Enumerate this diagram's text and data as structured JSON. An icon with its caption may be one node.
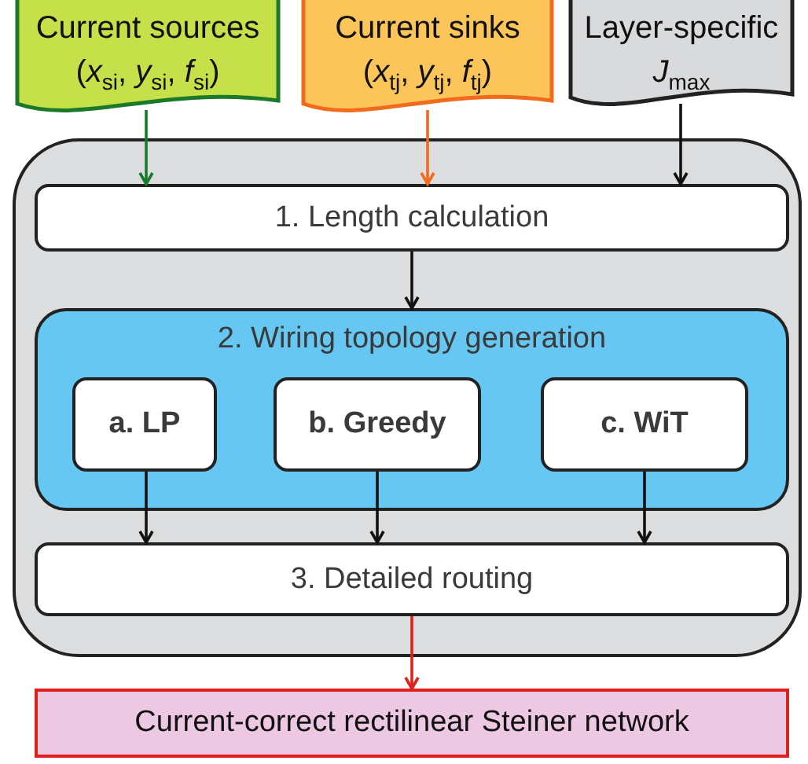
{
  "diagram": {
    "nodes": [
      {
        "text": [
          "Current sources",
          "(*x*$_{si}$, *y*$_{si}$, *f*$_{si}$)"
        ]
      },
      {
        "text": [
          "Current sinks",
          "(*x*$_{tj}$, *y*$_{tj}$, *f*$_{tj}$)"
        ]
      },
      {
        "text": [
          "Layer-specific",
          "*J*$_{max}$"
        ]
      },
      {
        "text": [],
        "shape": "box"
      },
      {
        "text": [
          "1. Length calculation"
        ],
        "in": 3
      },
      {
        "text": [
          "2. Wiring topology generation"
        ],
        "in": 3
      },
      {
        "text": [
          "a. LP"
        ],
        "in": 5
      },
      {
        "text": [
          "b. Greedy"
        ],
        "in": 5
      },
      {
        "text": [
          "c. WiT"
        ],
        "in": 5
      },
      {
        "text": [
          "3. Detailed routing"
        ],
        "in": 3
      },
      {
        "text": [
          "Current-correct rectilinear Steiner network"
        ]
      }
    ],
    "edges": [
      {
        "from": 0,
        "to": 4,
        "arrow": "to",
        "color": "#1a7a2a"
      },
      {
        "from": 1,
        "to": 4,
        "arrow": "to",
        "color": "#f26a1b"
      },
      {
        "from": 2,
        "to": 4,
        "arrow": "to"
      },
      {
        "from": 4,
        "to": 5,
        "arrow": "to"
      },
      {
        "from": 6,
        "to": 9,
        "arrow": "to"
      },
      {
        "from": 7,
        "to": 9,
        "arrow": "to"
      },
      {
        "from": 8,
        "to": 9,
        "arrow": "to"
      },
      {
        "from": 9,
        "to": 10,
        "arrow": "to",
        "color": "#e0201c"
      }
    ]
  }
}
